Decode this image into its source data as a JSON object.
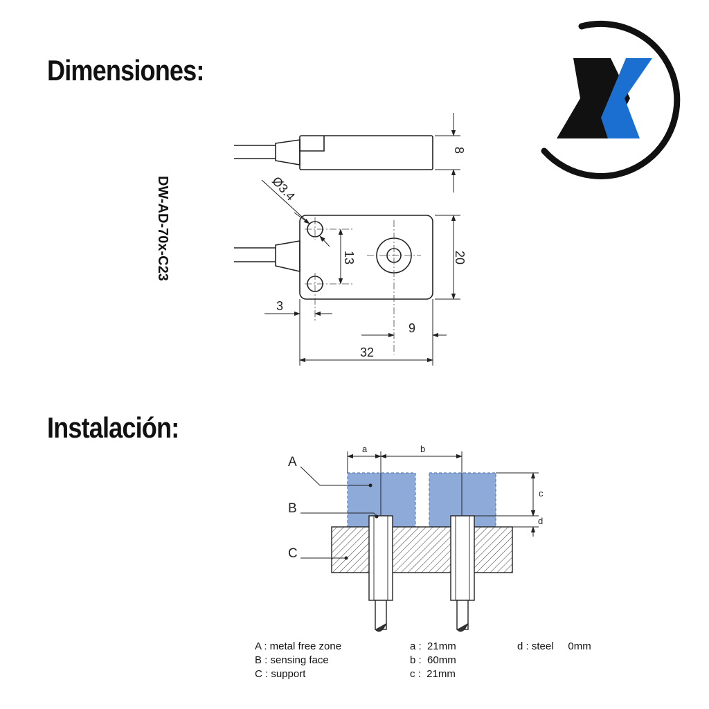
{
  "headings": {
    "dimensiones": "Dimensiones:",
    "instalacion": "Instalación:"
  },
  "model": "DW-AD-70x-C23",
  "logo": {
    "icon": "x-logo-icon",
    "colors": {
      "black": "#111111",
      "blue": "#1a6fd0"
    }
  },
  "dimensions": {
    "height": "8",
    "width_side": "20",
    "hole_spacing": "13",
    "hole_diameter": "Ø3.4",
    "hole_offset": "3",
    "center_offset": "9",
    "length": "32"
  },
  "installation": {
    "labels": {
      "a": "a",
      "b": "b",
      "c": "c",
      "d": "d",
      "A": "A",
      "B": "B",
      "C": "C"
    },
    "legend": {
      "col1": [
        "A : metal free zone",
        "B : sensing face",
        "C : support"
      ],
      "col2": [
        "a :  21mm",
        "b :  60mm",
        "c :  21mm"
      ],
      "col3": [
        "d : steel     0mm"
      ]
    },
    "colors": {
      "zone": "#8eaad8",
      "zone_border": "#5a7fb8"
    }
  }
}
